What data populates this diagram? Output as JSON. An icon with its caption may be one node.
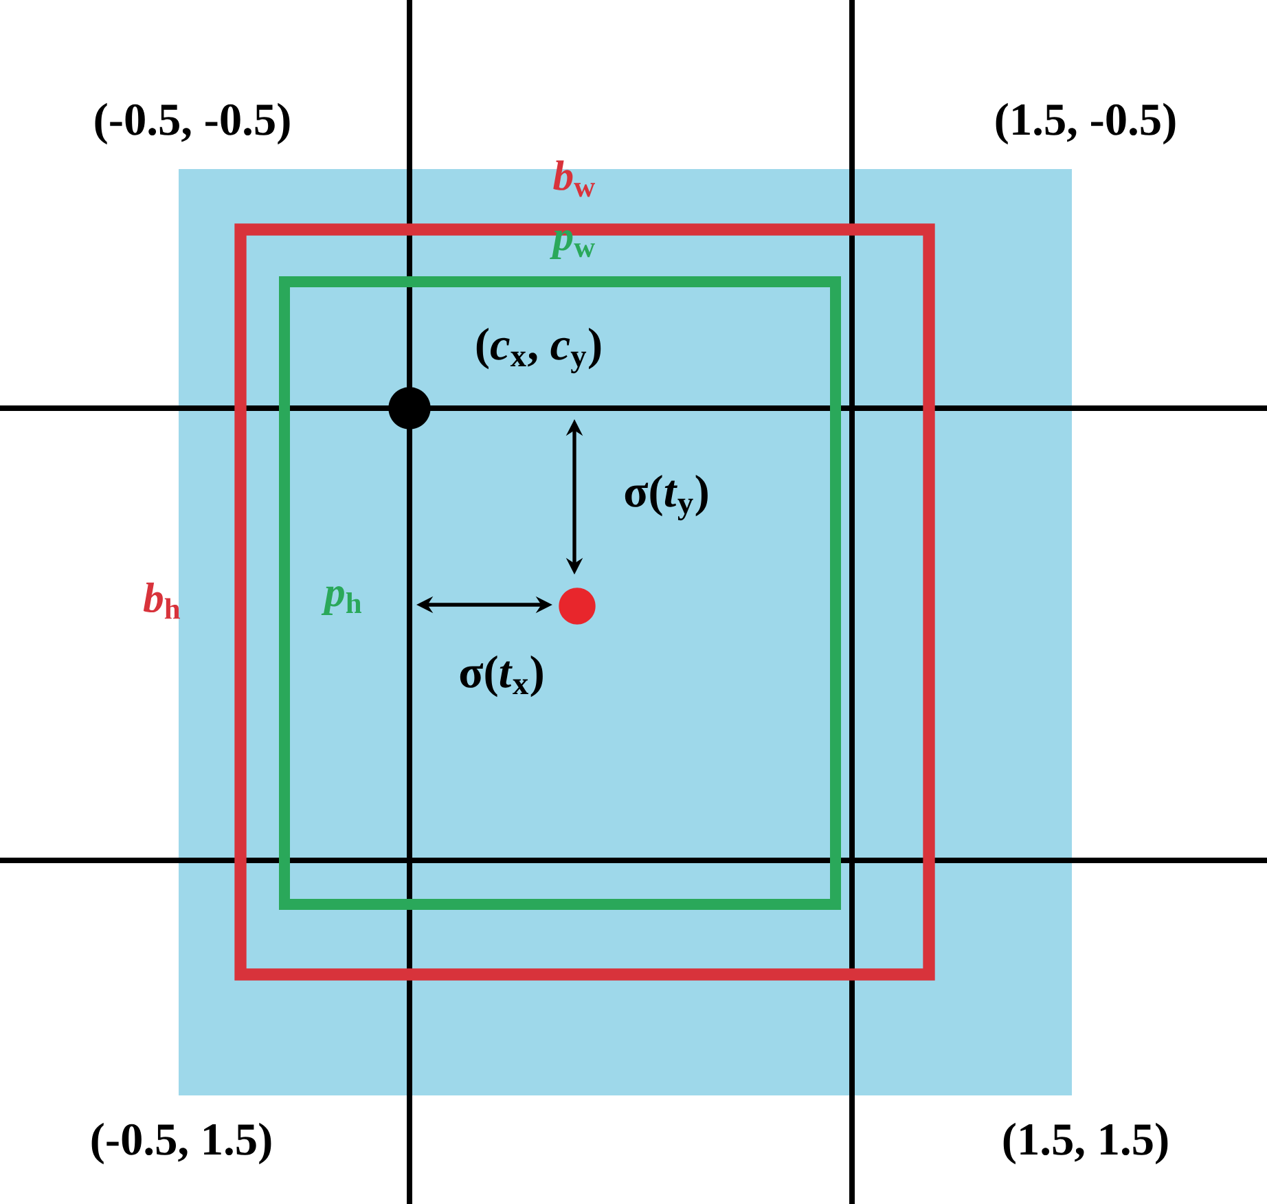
{
  "diagram": {
    "labels": [
      "(-0.5, -0.5)",
      "(1.5, -0.5)",
      "*b*$_{w}$",
      "*p*$_{w}$",
      "(*c*$_{x}$, *c*$_{y}$)",
      "σ(*t*$_{y}$)",
      "*b*$_{h}$",
      "*p*$_{h}$",
      "σ(*t*$_{x}$)",
      "(-0.5, 1.5)",
      "(1.5, 1.5)"
    ]
  }
}
